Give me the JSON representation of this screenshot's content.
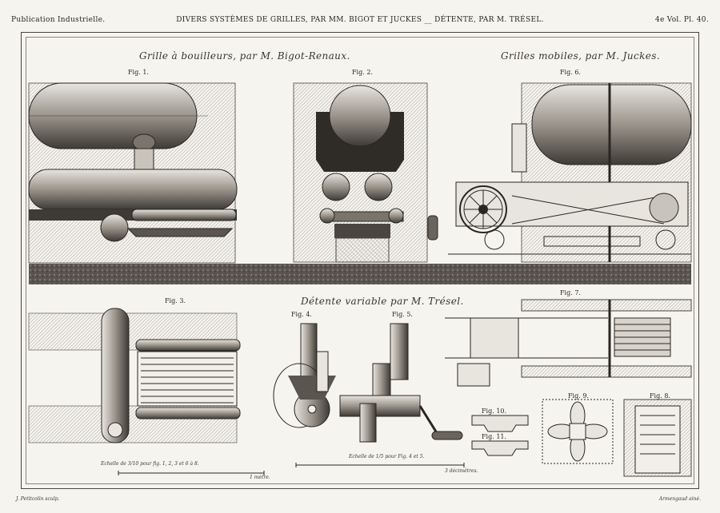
{
  "header": {
    "left": "Publication Industrielle.",
    "center": "DIVERS SYSTÈMES DE GRILLES, PAR MM. BIGOT ET JUCKES  __  DÉTENTE, PAR M. TRÉSEL.",
    "right": "4e Vol. Pl. 40."
  },
  "titles": {
    "bouilleurs": "Grille à bouilleurs, par M. Bigot-Renaux.",
    "mobiles": "Grilles mobiles, par M. Juckes.",
    "detente": "Détente variable par M. Trésel."
  },
  "figures": {
    "fig1": "Fig. 1.",
    "fig2": "Fig. 2.",
    "fig3": "Fig. 3.",
    "fig4": "Fig. 4.",
    "fig5": "Fig. 5.",
    "fig6": "Fig. 6.",
    "fig7": "Fig. 7.",
    "fig8": "Fig. 8.",
    "fig9": "Fig. 9.",
    "fig10": "Fig. 10.",
    "fig11": "Fig. 11."
  },
  "scales": {
    "left": "Echelle de 3/10 pour fig. 1, 2, 3 et 6 à 8.",
    "left_end": "1 mètre.",
    "mid": "Echelle de 1/5 pour Fig. 4 et 5.",
    "mid_end": "3 décimètres."
  },
  "credits": {
    "left": "J. Petitcolin sculp.",
    "right": "Armengaud ainé."
  },
  "colors": {
    "paper": "#f6f4ef",
    "ink": "#2a2622",
    "hatch": "#a8a39b",
    "ground": "#4a4540"
  }
}
